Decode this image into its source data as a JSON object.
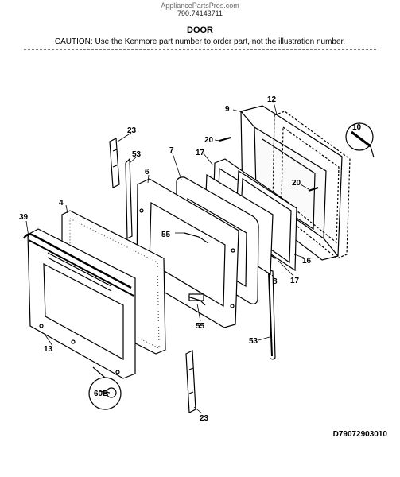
{
  "header": {
    "site": "AppliancePartsPros.com",
    "model": "790.74143711",
    "title": "DOOR",
    "caution_pre": "CAUTION: Use the Kenmore part number to order ",
    "caution_link": "part",
    "caution_post": ", not the illustration number."
  },
  "parts": {
    "p4": "4",
    "p6": "6",
    "p7": "7",
    "p8": "8",
    "p9": "9",
    "p10": "10",
    "p12": "12",
    "p13": "13",
    "p16": "16",
    "p17a": "17",
    "p17b": "17",
    "p20a": "20",
    "p20b": "20",
    "p23a": "23",
    "p23b": "23",
    "p39": "39",
    "p53a": "53",
    "p53b": "53",
    "p55a": "55",
    "p55b": "55",
    "p60b": "60B"
  },
  "footer": {
    "drawing_id": "D79072903010"
  }
}
